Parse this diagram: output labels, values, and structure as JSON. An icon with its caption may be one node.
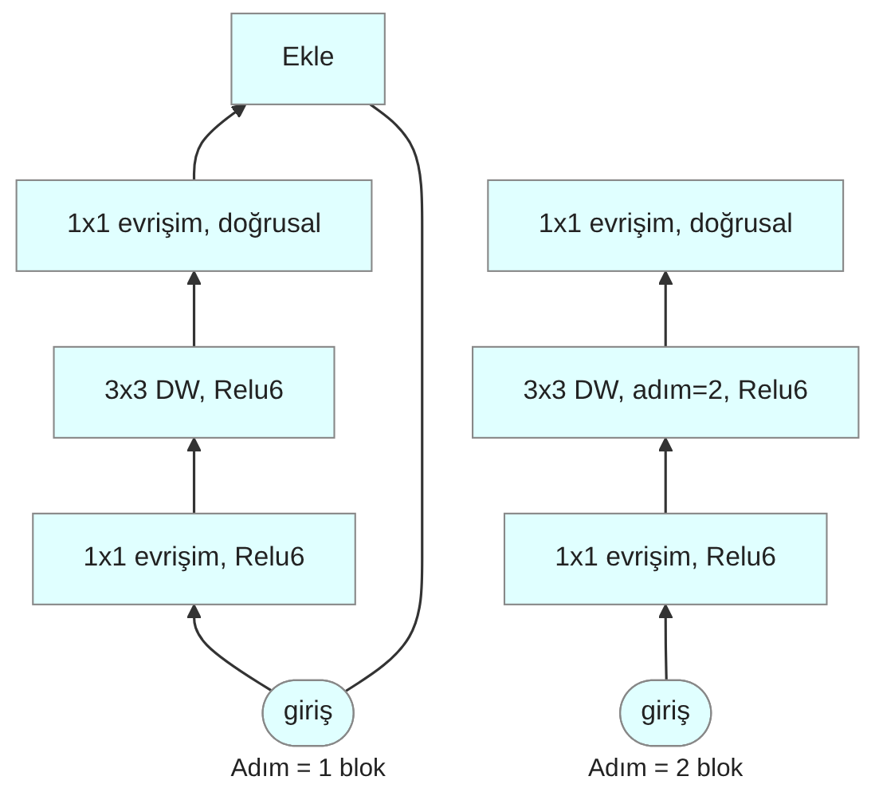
{
  "diagram": {
    "nodes": [
      {
        "text": [
          "Ekle"
        ]
      },
      {
        "text": [
          "1x1 evrişim, doğrusal"
        ]
      },
      {
        "text": [
          "3x3 DW, Relu6"
        ]
      },
      {
        "text": [
          "1x1 evrişim, Relu6"
        ]
      },
      {
        "text": [
          "giriş"
        ],
        "beside": [
          "Adım = 1 blok"
        ]
      },
      {
        "text": [
          "1x1 evrişim, doğrusal"
        ]
      },
      {
        "text": [
          "3x3 DW, adım=2, Relu6"
        ]
      },
      {
        "text": [
          "1x1 evrişim, Relu6"
        ]
      },
      {
        "text": [
          "giriş"
        ],
        "beside": [
          "Adım = 2 blok"
        ]
      }
    ],
    "edges": [
      {
        "from": 4,
        "to": 3,
        "arrow": "to"
      },
      {
        "from": 3,
        "to": 2,
        "arrow": "to"
      },
      {
        "from": 2,
        "to": 1,
        "arrow": "to"
      },
      {
        "from": 1,
        "to": 0,
        "arrow": "to"
      },
      {
        "from": 4,
        "to": 0,
        "arrow": "none"
      },
      {
        "from": 8,
        "to": 7,
        "arrow": "to"
      },
      {
        "from": 7,
        "to": 6,
        "arrow": "to"
      },
      {
        "from": 6,
        "to": 5,
        "arrow": "to"
      }
    ]
  }
}
